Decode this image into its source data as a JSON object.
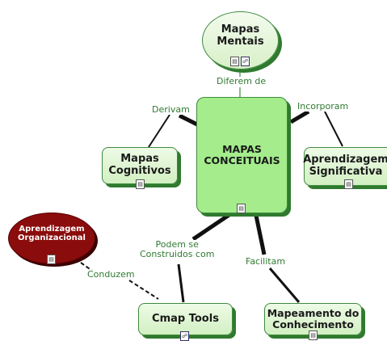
{
  "concepts": {
    "mapas_mentais": "Mapas\nMentais",
    "mapas_conceituais": "MAPAS\nCONCEITUAIS",
    "mapas_cognitivos": "Mapas\nCognitivos",
    "aprendizagem_significativa": "Aprendizagem\nSignificativa",
    "aprendizagem_organizacional": "Aprendizagem\nOrganizacional",
    "cmap_tools": "Cmap Tools",
    "mapeamento_conhecimento": "Mapeamento do\nConhecimento"
  },
  "links": {
    "diferem_de": "Diferem de",
    "derivam": "Derivam",
    "incorporam": "Incorporam",
    "podem_ser": "Podem se\nConstruidos com",
    "facilitam": "Facilitam",
    "conduzem": "Conduzem"
  },
  "icons": {
    "document": "document-icon",
    "cmap": "cmap-icon"
  },
  "colors": {
    "link_text": "#2f7a2f",
    "main_fill": "#a4ec8c",
    "node_border": "#3f8a3f",
    "shadow": "#2f7a2f",
    "org_fill": "#8b0c0c"
  }
}
